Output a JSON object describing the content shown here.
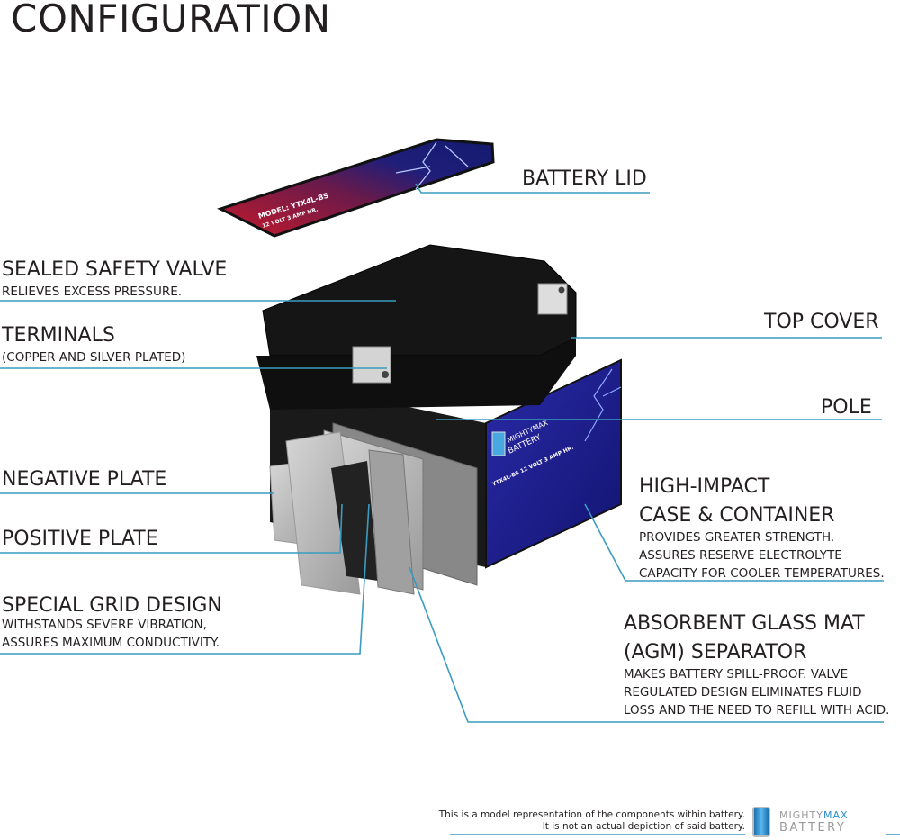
{
  "title": "CONFIGURATION",
  "labels": {
    "battery_lid": {
      "title": "BATTERY LID"
    },
    "safety_valve": {
      "title": "SEALED SAFETY VALVE",
      "desc": "RELIEVES EXCESS PRESSURE."
    },
    "top_cover": {
      "title": "TOP COVER"
    },
    "terminals": {
      "title": "TERMINALS",
      "desc": "(COPPER AND SILVER PLATED)"
    },
    "pole": {
      "title": "POLE"
    },
    "negative_plate": {
      "title": "NEGATIVE PLATE"
    },
    "positive_plate": {
      "title": "POSITIVE PLATE"
    },
    "grid_design": {
      "title": "SPECIAL GRID DESIGN",
      "desc": [
        "WITHSTANDS SEVERE VIBRATION,",
        "ASSURES MAXIMUM CONDUCTIVITY."
      ]
    },
    "case": {
      "title": [
        "HIGH-IMPACT",
        "CASE & CONTAINER"
      ],
      "desc": [
        "PROVIDES GREATER STRENGTH.",
        "ASSURES RESERVE ELECTROLYTE",
        "CAPACITY FOR COOLER TEMPERATURES."
      ]
    },
    "agm": {
      "title": [
        "ABSORBENT GLASS MAT",
        "(AGM) SEPARATOR"
      ],
      "desc": [
        "MAKES BATTERY SPILL-PROOF. VALVE",
        "REGULATED DESIGN ELIMINATES FLUID",
        "LOSS AND THE NEED TO REFILL WITH ACID."
      ]
    }
  },
  "lid_label": {
    "model": "MODEL: YTX4L-BS",
    "spec": "12 VOLT 3 AMP HR."
  },
  "battery_label": {
    "brand_top": "MIGHTYMAX",
    "brand_bottom": "BATTERY",
    "model": "YTX4L-BS 12 VOLT 3 AMP HR."
  },
  "footer": {
    "disclaimer": [
      "This is a model representation of the components within battery.",
      "It is not an actual depiction of said battery."
    ],
    "logo_top_a": "MIGHTY",
    "logo_top_b": "MAX",
    "logo_bottom": "BATTERY"
  },
  "colors": {
    "leader": "#3a9cc0",
    "text": "#231f20",
    "logo_blue": "#2a8fd0"
  }
}
